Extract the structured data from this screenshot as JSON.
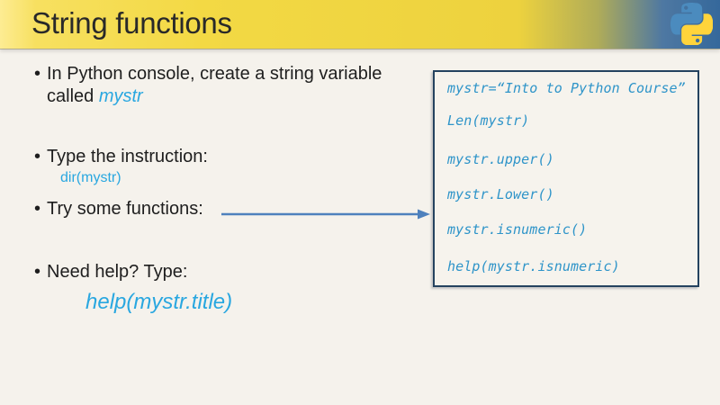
{
  "header": {
    "title": "String functions"
  },
  "icons": {
    "logo": "python-logo",
    "arrow": "right-arrow"
  },
  "bullets": [
    {
      "line1": "In Python console, create a string variable",
      "line2": "called",
      "inline_code": "mystr"
    },
    {
      "text": "Type the instruction:",
      "sub_code": "dir(mystr)"
    },
    {
      "text": "Try some functions:"
    },
    {
      "text": "Need help? Type:",
      "sub_code": "help(mystr.title)"
    }
  ],
  "code_box": {
    "lines": [
      "mystr=“Into to Python Course”",
      "Len(mystr)",
      "mystr.upper()",
      "mystr.Lower()",
      "mystr.isnumeric()",
      "help(mystr.isnumeric)"
    ]
  },
  "colors": {
    "page_bg": "#F5F2EC",
    "header_yellow": "#F2D840",
    "header_blue": "#35689B",
    "title_text": "#292929",
    "body_text": "#1E1E1E",
    "accent_blue_text": "#29A7E0",
    "code_blue": "#2E94C9",
    "arrow_blue": "#4E81BD",
    "box_border": "#24425F",
    "python_logo_blue": "#4B8BBE",
    "python_logo_yellow": "#FFD43B"
  }
}
